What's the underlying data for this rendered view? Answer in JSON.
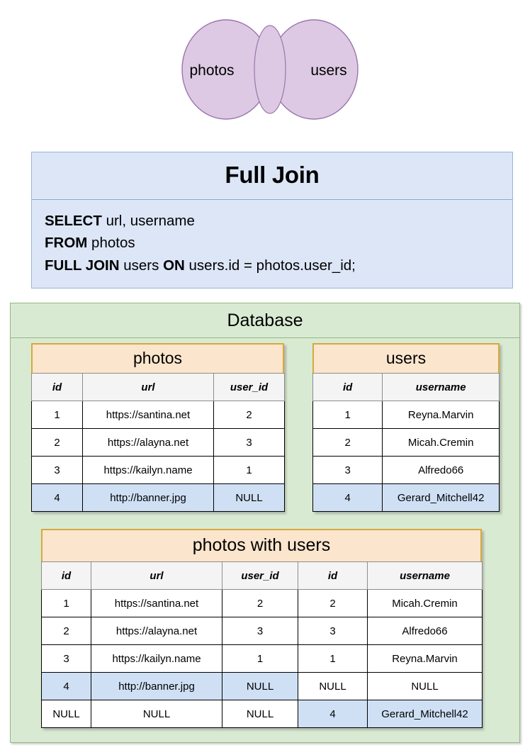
{
  "venn": {
    "left_label": "photos",
    "right_label": "users",
    "fill_color": "#ddc9e3",
    "stroke_color": "#9b76ad"
  },
  "sql_card": {
    "title": "Full Join",
    "background": "#dce6f7",
    "border": "#9bb3da",
    "lines": [
      {
        "keyword": "SELECT",
        "rest": " url, username"
      },
      {
        "keyword": "FROM",
        "rest": " photos"
      },
      {
        "keyword": "FULL JOIN",
        "rest": " users ",
        "keyword2": "ON",
        "rest2": " users.id = photos.user_id;"
      }
    ]
  },
  "database": {
    "title": "Database",
    "background": "#d9ead3",
    "border": "#93b884",
    "tables": [
      {
        "name": "photos",
        "columns": [
          "id",
          "url",
          "user_id"
        ],
        "rows": [
          {
            "cells": [
              "1",
              "https://santina.net",
              "2"
            ],
            "highlight": [
              false,
              false,
              false
            ]
          },
          {
            "cells": [
              "2",
              "https://alayna.net",
              "3"
            ],
            "highlight": [
              false,
              false,
              false
            ]
          },
          {
            "cells": [
              "3",
              "https://kailyn.name",
              "1"
            ],
            "highlight": [
              false,
              false,
              false
            ]
          },
          {
            "cells": [
              "4",
              "http://banner.jpg",
              "NULL"
            ],
            "highlight": [
              true,
              true,
              true
            ]
          }
        ]
      },
      {
        "name": "users",
        "columns": [
          "id",
          "username"
        ],
        "rows": [
          {
            "cells": [
              "1",
              "Reyna.Marvin"
            ],
            "highlight": [
              false,
              false
            ]
          },
          {
            "cells": [
              "2",
              "Micah.Cremin"
            ],
            "highlight": [
              false,
              false
            ]
          },
          {
            "cells": [
              "3",
              "Alfredo66"
            ],
            "highlight": [
              false,
              false
            ]
          },
          {
            "cells": [
              "4",
              "Gerard_Mitchell42"
            ],
            "highlight": [
              true,
              true
            ]
          }
        ]
      }
    ],
    "result_table": {
      "name": "photos with users",
      "columns": [
        "id",
        "url",
        "user_id",
        "id",
        "username"
      ],
      "rows": [
        {
          "cells": [
            "1",
            "https://santina.net",
            "2",
            "2",
            "Micah.Cremin"
          ],
          "highlight": [
            false,
            false,
            false,
            false,
            false
          ]
        },
        {
          "cells": [
            "2",
            "https://alayna.net",
            "3",
            "3",
            "Alfredo66"
          ],
          "highlight": [
            false,
            false,
            false,
            false,
            false
          ]
        },
        {
          "cells": [
            "3",
            "https://kailyn.name",
            "1",
            "1",
            "Reyna.Marvin"
          ],
          "highlight": [
            false,
            false,
            false,
            false,
            false
          ]
        },
        {
          "cells": [
            "4",
            "http://banner.jpg",
            "NULL",
            "NULL",
            "NULL"
          ],
          "highlight": [
            true,
            true,
            true,
            false,
            false
          ]
        },
        {
          "cells": [
            "NULL",
            "NULL",
            "NULL",
            "4",
            "Gerard_Mitchell42"
          ],
          "highlight": [
            false,
            false,
            false,
            true,
            true
          ]
        }
      ]
    }
  },
  "colors": {
    "table_header_orange": "#fce5cd",
    "table_header_orange_border": "#d6a93c",
    "highlight_blue": "#cfe0f5",
    "column_header_gray": "#f4f4f4"
  }
}
